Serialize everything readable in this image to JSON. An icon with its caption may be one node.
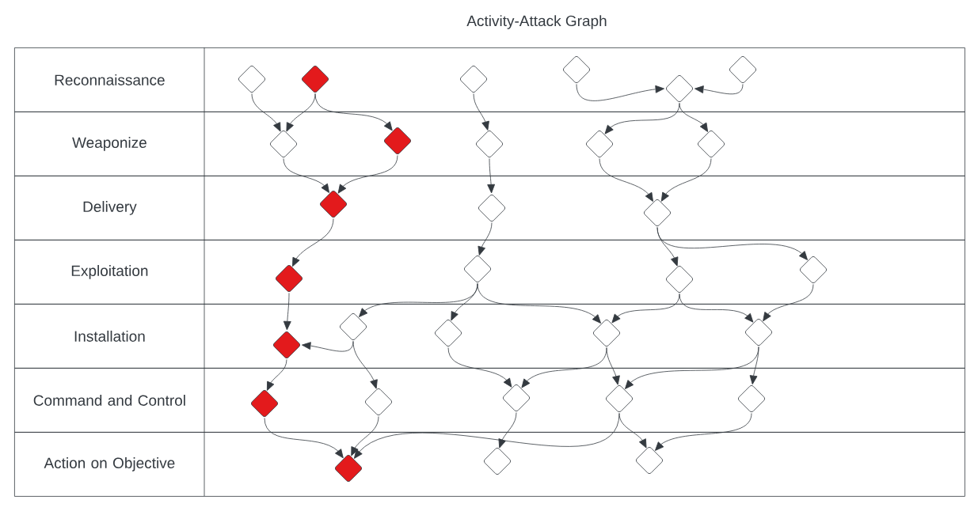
{
  "diagram": {
    "title": "Activity-Attack Graph",
    "nodes": [
      {
        "text": [
          "Reconnaissance"
        ]
      },
      {
        "text": [
          "Weaponize"
        ]
      },
      {
        "text": [
          "Delivery"
        ]
      },
      {
        "text": [
          "Exploitation"
        ]
      },
      {
        "text": [
          "Installation"
        ]
      },
      {
        "text": [
          "Command and Control"
        ]
      },
      {
        "text": [
          "Action on Objective"
        ]
      },
      {
        "text": [],
        "shape": "diamond",
        "in": 0
      },
      {
        "text": [],
        "shape": "diamond",
        "in": 0
      },
      {
        "text": [],
        "shape": "diamond",
        "in": 0
      },
      {
        "text": [],
        "shape": "diamond",
        "in": 0
      },
      {
        "text": [],
        "shape": "diamond",
        "in": 0
      },
      {
        "text": [],
        "shape": "diamond",
        "in": 0
      },
      {
        "text": [],
        "shape": "diamond",
        "in": 1
      },
      {
        "text": [],
        "shape": "diamond",
        "in": 1
      },
      {
        "text": [],
        "shape": "diamond",
        "in": 1
      },
      {
        "text": [],
        "shape": "diamond",
        "in": 1
      },
      {
        "text": [],
        "shape": "diamond",
        "in": 1
      },
      {
        "text": [],
        "shape": "diamond",
        "in": 2
      },
      {
        "text": [],
        "shape": "diamond",
        "in": 2
      },
      {
        "text": [],
        "shape": "diamond",
        "in": 2
      },
      {
        "text": [],
        "shape": "diamond",
        "in": 3
      },
      {
        "text": [],
        "shape": "diamond",
        "in": 3
      },
      {
        "text": [],
        "shape": "diamond",
        "in": 3
      },
      {
        "text": [],
        "shape": "diamond",
        "in": 3
      },
      {
        "text": [],
        "shape": "diamond",
        "in": 4
      },
      {
        "text": [],
        "shape": "diamond",
        "in": 4
      },
      {
        "text": [],
        "shape": "diamond",
        "in": 4
      },
      {
        "text": [],
        "shape": "diamond",
        "in": 4
      },
      {
        "text": [],
        "shape": "diamond",
        "in": 4
      },
      {
        "text": [],
        "shape": "diamond",
        "in": 5
      },
      {
        "text": [],
        "shape": "diamond",
        "in": 5
      },
      {
        "text": [],
        "shape": "diamond",
        "in": 5
      },
      {
        "text": [],
        "shape": "diamond",
        "in": 5
      },
      {
        "text": [],
        "shape": "diamond",
        "in": 5
      },
      {
        "text": [],
        "shape": "diamond",
        "in": 6
      },
      {
        "text": [],
        "shape": "diamond",
        "in": 6
      },
      {
        "text": [],
        "shape": "diamond",
        "in": 6
      }
    ],
    "edges": [
      {
        "from": 7,
        "to": 13,
        "arrow": "to"
      },
      {
        "from": 8,
        "to": 13,
        "arrow": "to"
      },
      {
        "from": 8,
        "to": 14,
        "arrow": "to"
      },
      {
        "from": 9,
        "to": 15,
        "arrow": "to"
      },
      {
        "from": 10,
        "to": 11,
        "arrow": "to"
      },
      {
        "from": 12,
        "to": 11,
        "arrow": "to"
      },
      {
        "from": 11,
        "to": 16,
        "arrow": "to"
      },
      {
        "from": 11,
        "to": 17,
        "arrow": "to"
      },
      {
        "from": 13,
        "to": 18,
        "arrow": "to"
      },
      {
        "from": 14,
        "to": 18,
        "arrow": "to"
      },
      {
        "from": 15,
        "to": 19,
        "arrow": "to"
      },
      {
        "from": 16,
        "to": 20,
        "arrow": "to"
      },
      {
        "from": 17,
        "to": 20,
        "arrow": "to"
      },
      {
        "from": 18,
        "to": 21,
        "arrow": "to"
      },
      {
        "from": 19,
        "to": 22,
        "arrow": "to"
      },
      {
        "from": 20,
        "to": 23,
        "arrow": "to"
      },
      {
        "from": 20,
        "to": 24,
        "arrow": "to"
      },
      {
        "from": 21,
        "to": 25,
        "arrow": "to"
      },
      {
        "from": 22,
        "to": 26,
        "arrow": "to"
      },
      {
        "from": 22,
        "to": 27,
        "arrow": "to"
      },
      {
        "from": 22,
        "to": 28,
        "arrow": "to"
      },
      {
        "from": 23,
        "to": 28,
        "arrow": "to"
      },
      {
        "from": 23,
        "to": 29,
        "arrow": "to"
      },
      {
        "from": 24,
        "to": 29,
        "arrow": "to"
      },
      {
        "from": 26,
        "to": 25,
        "arrow": "to"
      },
      {
        "from": 26,
        "to": 31,
        "arrow": "to"
      },
      {
        "from": 25,
        "to": 30,
        "arrow": "to"
      },
      {
        "from": 27,
        "to": 32,
        "arrow": "to"
      },
      {
        "from": 28,
        "to": 32,
        "arrow": "to"
      },
      {
        "from": 28,
        "to": 33,
        "arrow": "to"
      },
      {
        "from": 29,
        "to": 33,
        "arrow": "to"
      },
      {
        "from": 29,
        "to": 34,
        "arrow": "to"
      },
      {
        "from": 30,
        "to": 35,
        "arrow": "to"
      },
      {
        "from": 31,
        "to": 35,
        "arrow": "to"
      },
      {
        "from": 32,
        "to": 36,
        "arrow": "to"
      },
      {
        "from": 33,
        "to": 35,
        "arrow": "to"
      },
      {
        "from": 33,
        "to": 37,
        "arrow": "to"
      },
      {
        "from": 34,
        "to": 37,
        "arrow": "to"
      }
    ]
  }
}
